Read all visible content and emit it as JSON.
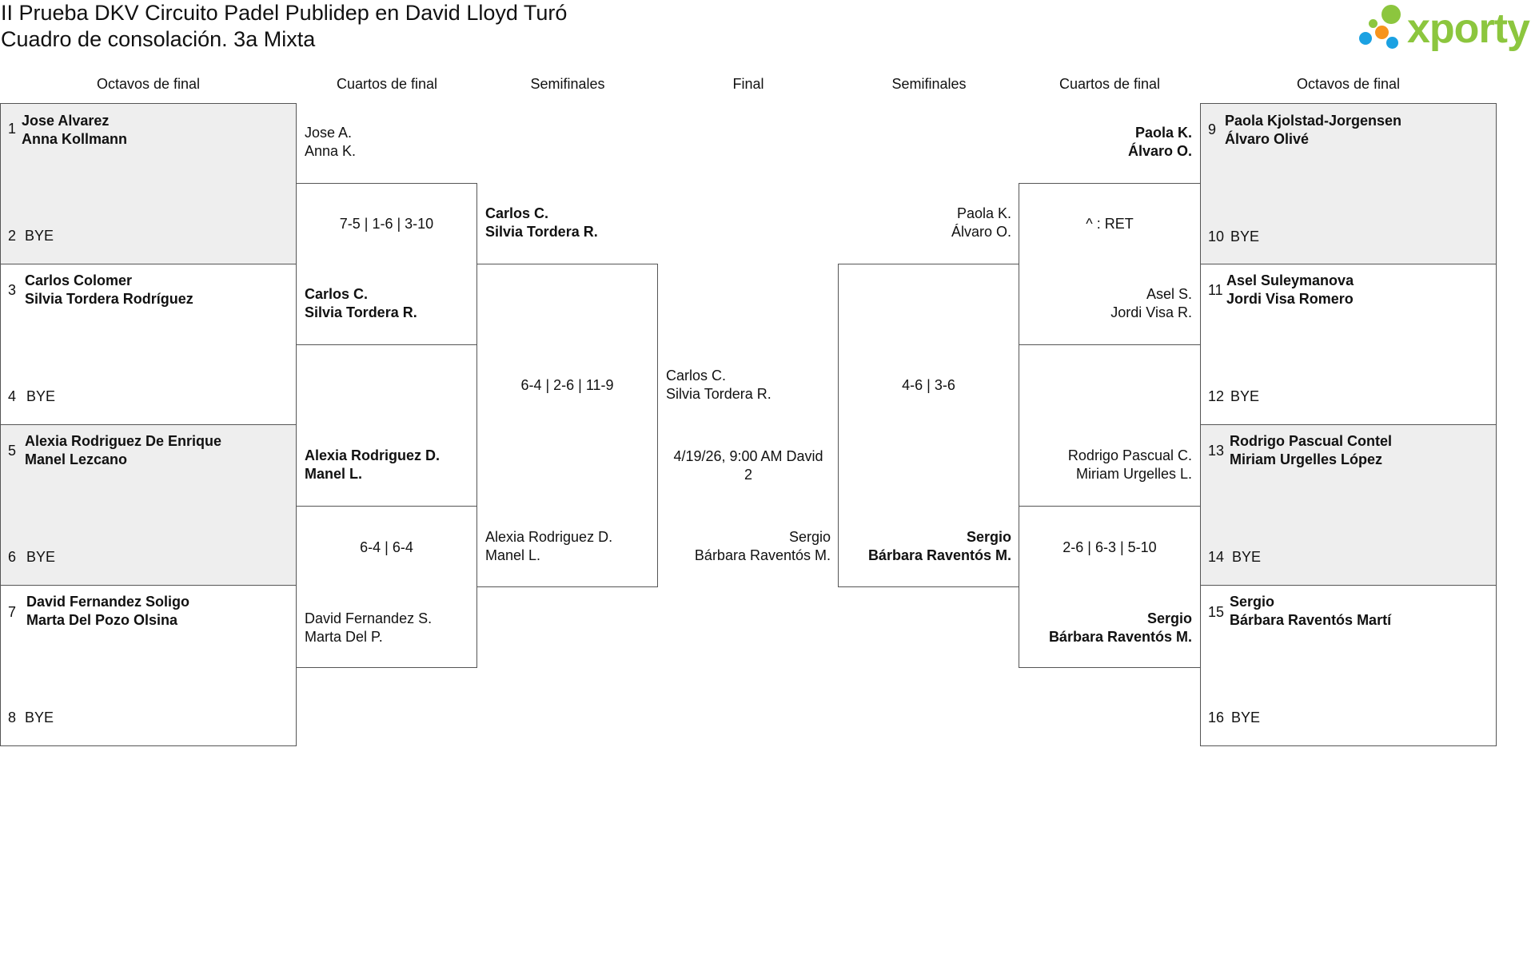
{
  "title": {
    "line1": "II Prueba DKV Circuito Padel Publidep en David Lloyd Turó",
    "line2": "Cuadro de consolación. 3a Mixta"
  },
  "logo": {
    "text": "xporty",
    "icon": "xporty-logo-icon",
    "colors": [
      "#8cc63e",
      "#f7941d",
      "#1ba1e2",
      "#8cc63e"
    ]
  },
  "rounds": {
    "left": [
      "Octavos de final",
      "Cuartos de final",
      "Semifinales"
    ],
    "final": "Final",
    "right": [
      "Semifinales",
      "Cuartos de final",
      "Octavos de final"
    ]
  },
  "left_r16": [
    {
      "seed": "1",
      "p1": "Jose Alvarez",
      "p2": "Anna Kollmann",
      "bye_seed": "2",
      "bye": "BYE"
    },
    {
      "seed": "3",
      "p1": "Carlos Colomer",
      "p2": "Silvia Tordera Rodríguez",
      "bye_seed": "4",
      "bye": "BYE"
    },
    {
      "seed": "5",
      "p1": "Alexia Rodriguez De Enrique",
      "p2": "Manel Lezcano",
      "bye_seed": "6",
      "bye": "BYE"
    },
    {
      "seed": "7",
      "p1": "David Fernandez Soligo",
      "p2": "Marta Del Pozo Olsina",
      "bye_seed": "8",
      "bye": "BYE"
    }
  ],
  "right_r16": [
    {
      "seed": "9",
      "p1": "Paola Kjolstad-Jorgensen",
      "p2": "Álvaro Olivé",
      "bye_seed": "10",
      "bye": "BYE"
    },
    {
      "seed": "11",
      "p1": "Asel Suleymanova",
      "p2": "Jordi Visa Romero",
      "bye_seed": "12",
      "bye": "BYE"
    },
    {
      "seed": "13",
      "p1": "Rodrigo Pascual Contel",
      "p2": "Miriam Urgelles López",
      "bye_seed": "14",
      "bye": "BYE"
    },
    {
      "seed": "15",
      "p1": "Sergio",
      "p2": "Bárbara Raventós Martí",
      "bye_seed": "16",
      "bye": "BYE"
    }
  ],
  "left_qf": [
    {
      "top": {
        "p1": "Jose A.",
        "p2": "Anna K."
      },
      "score": "7-5 | 1-6 | 3-10",
      "bottom": {
        "p1": "Carlos C.",
        "p2": "Silvia Tordera R."
      }
    },
    {
      "top": {
        "p1": "Alexia Rodriguez D.",
        "p2": "Manel L."
      },
      "score": "6-4 | 6-4",
      "bottom": {
        "p1": "David Fernandez S.",
        "p2": "Marta Del P."
      }
    }
  ],
  "right_qf": [
    {
      "top": {
        "p1": "Paola K.",
        "p2": "Álvaro O."
      },
      "score": "^ : RET",
      "bottom": {
        "p1": "Asel S.",
        "p2": "Jordi Visa R."
      }
    },
    {
      "top": {
        "p1": "Rodrigo Pascual C.",
        "p2": "Miriam Urgelles L."
      },
      "score": "2-6 | 6-3 | 5-10",
      "bottom": {
        "p1": "Sergio",
        "p2": "Bárbara Raventós M."
      }
    }
  ],
  "left_sf": {
    "top": {
      "p1": "Carlos C.",
      "p2": "Silvia Tordera R."
    },
    "score": "6-4 | 2-6 | 11-9",
    "bottom": {
      "p1": "Alexia Rodriguez D.",
      "p2": "Manel L."
    }
  },
  "right_sf": {
    "top": {
      "p1": "Paola K.",
      "p2": "Álvaro O."
    },
    "score": "4-6 | 3-6",
    "bottom": {
      "p1": "Sergio",
      "p2": "Bárbara Raventós M."
    }
  },
  "final": {
    "left": {
      "p1": "Carlos C.",
      "p2": "Silvia Tordera R."
    },
    "schedule_line1": "4/19/26, 9:00 AM David",
    "schedule_line2": "2",
    "right": {
      "p1": "Sergio",
      "p2": "Bárbara Raventós M."
    }
  }
}
